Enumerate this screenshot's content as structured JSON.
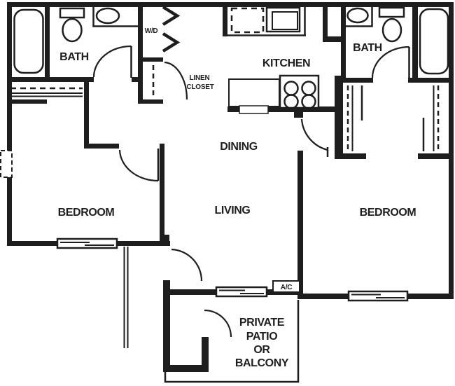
{
  "floor_plan": {
    "title": "two-bedroom apartment floor plan",
    "rooms": {
      "bath_left": "BATH",
      "bath_right": "BATH",
      "kitchen": "KITCHEN",
      "dining": "DINING",
      "living": "LIVING",
      "bedroom_left": "BEDROOM",
      "bedroom_right": "BEDROOM"
    },
    "labels": {
      "washer_dryer": "W/D",
      "linen_closet_line1": "LINEN",
      "linen_closet_line2": "CLOSET",
      "ac_unit": "A/C",
      "patio_line1": "PRIVATE",
      "patio_line2": "PATIO",
      "patio_line3": "OR",
      "patio_line4": "BALCONY"
    },
    "colors": {
      "wall": "#1e1e1e",
      "background": "#ffffff"
    }
  }
}
